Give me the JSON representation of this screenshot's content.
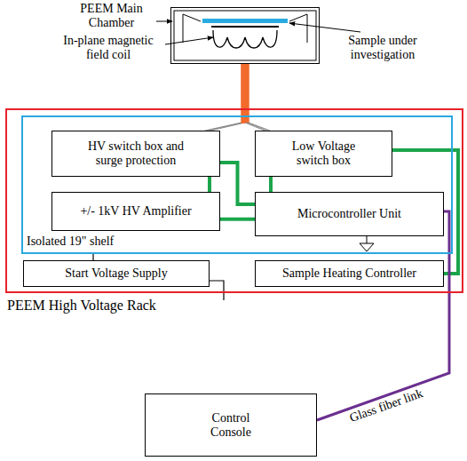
{
  "diagram": {
    "nodes": [
      {
        "text": [
          "PEEM Main Chamber"
        ]
      },
      {
        "text": [
          "PEEM High Voltage Rack"
        ]
      },
      {
        "text": [
          "Isolated 19\" shelf"
        ],
        "in": 1
      },
      {
        "text": [
          "HV switch box and surge protection"
        ],
        "in": 2
      },
      {
        "text": [
          "Low Voltage switch box"
        ],
        "in": 2
      },
      {
        "text": [
          "+/- 1kV HV Amplifier"
        ],
        "in": 2
      },
      {
        "text": [
          "Microcontroller Unit"
        ],
        "in": 2
      },
      {
        "text": [
          "Start Voltage Supply"
        ],
        "in": 1
      },
      {
        "text": [
          "Sample Heating Controller"
        ],
        "in": 1
      },
      {
        "text": [
          "Control Console"
        ]
      }
    ],
    "edges": [
      {
        "from": 0,
        "to": 3,
        "arrow": "none"
      },
      {
        "from": 0,
        "to": 4,
        "arrow": "none"
      },
      {
        "from": 3,
        "to": 6,
        "arrow": "none"
      },
      {
        "from": 3,
        "to": 5,
        "arrow": "none"
      },
      {
        "from": 4,
        "to": 6,
        "arrow": "none"
      },
      {
        "from": 5,
        "to": 6,
        "arrow": "none"
      },
      {
        "from": 4,
        "to": 8,
        "arrow": "none"
      },
      {
        "from": 6,
        "to": 9,
        "label": "Glass fiber link",
        "arrow": "none"
      },
      {
        "from": 2,
        "to": 7,
        "arrow": "none"
      }
    ],
    "labels": [
      "In-plane magnetic field coil",
      "Sample under investigation"
    ]
  }
}
